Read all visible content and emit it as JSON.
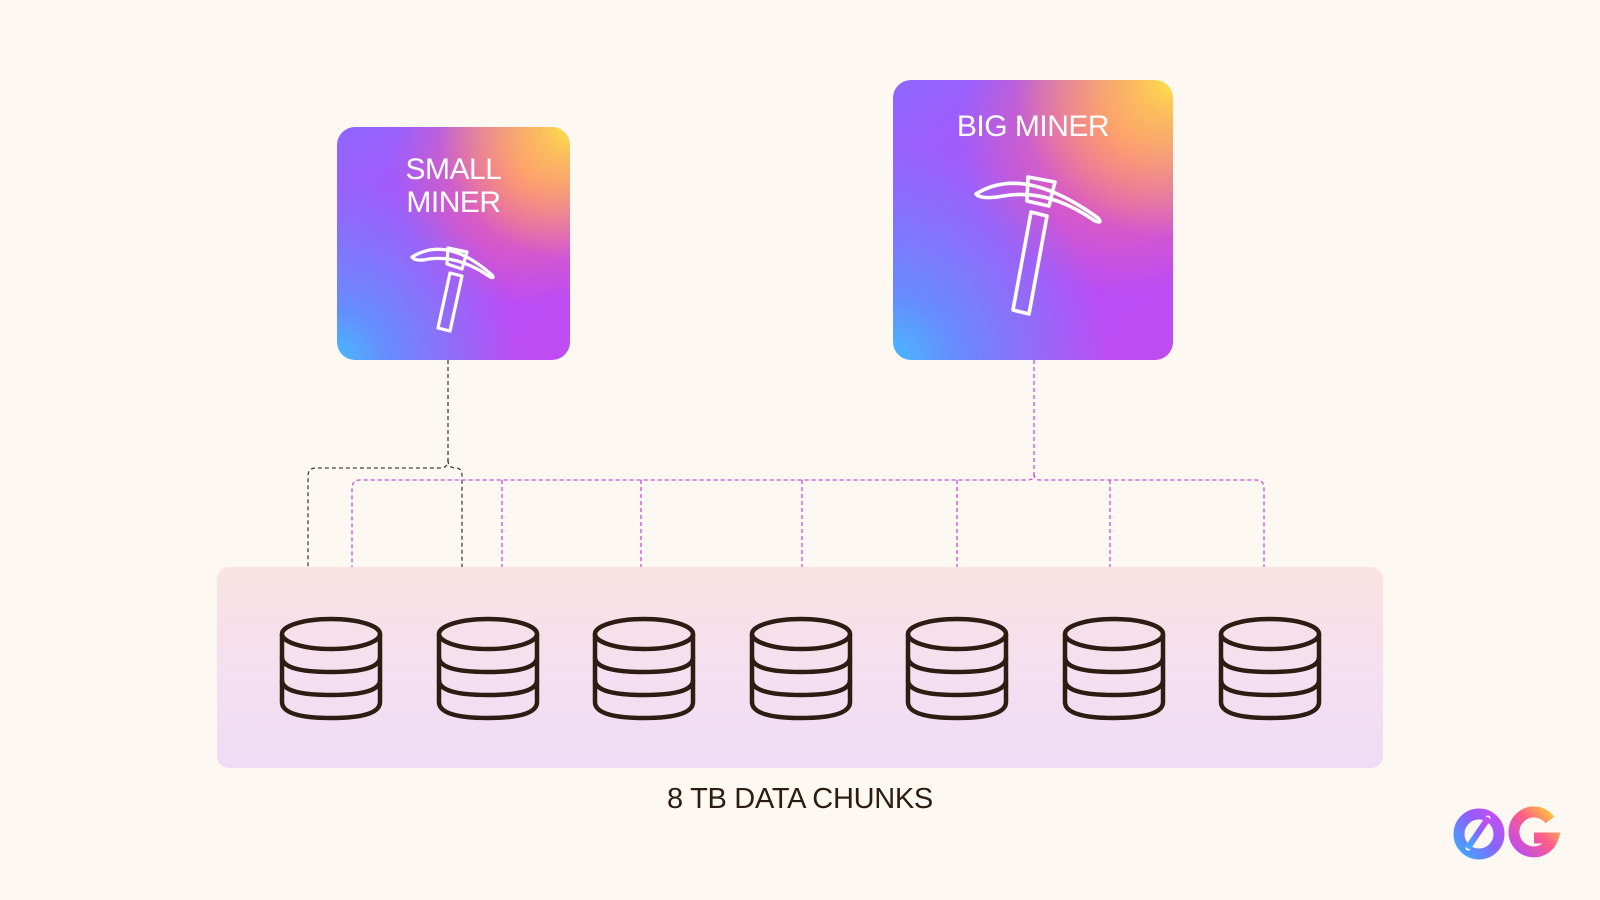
{
  "small_miner": {
    "title": "SMALL\nMINER",
    "icon": "pickaxe-icon"
  },
  "big_miner": {
    "title": "BIG MINER",
    "icon": "pickaxe-icon"
  },
  "storage": {
    "label": "8 TB DATA CHUNKS",
    "chunk_count": 7,
    "chunk_icon": "database-icon"
  },
  "links": {
    "small_miner_targets": [
      1,
      2
    ],
    "big_miner_targets": [
      1,
      2,
      3,
      4,
      5,
      6,
      7
    ]
  },
  "colors": {
    "background": "#fdf9f2",
    "small_miner_link": "#4a4040",
    "big_miner_link": "#c44ee0",
    "icon_stroke": "#2c1c12"
  },
  "logo": {
    "name": "0g-logo",
    "text": "0G"
  }
}
